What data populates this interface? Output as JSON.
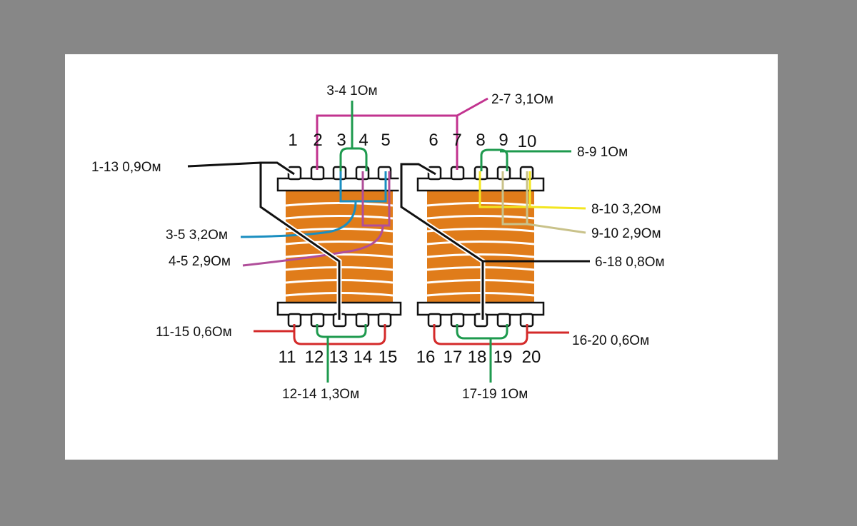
{
  "diagram": {
    "colors": {
      "page_background": "#878787",
      "panel_background": "#ffffff",
      "winding": "#e07c1a",
      "black_wire": "#111111",
      "magenta_wire": "#c2338f",
      "green_wire": "#1e9a4e",
      "blue_wire": "#1a8ec0",
      "purple_wire": "#b04e9a",
      "yellow_wire": "#f3e620",
      "tan_wire": "#c9c28a",
      "red_wire": "#d42a2a"
    },
    "pins_top": [
      "1",
      "2",
      "3",
      "4",
      "5",
      "6",
      "7",
      "8",
      "9",
      "10"
    ],
    "pins_bottom": [
      "11",
      "12",
      "13",
      "14",
      "15",
      "16",
      "17",
      "18",
      "19",
      "20"
    ],
    "measurements": {
      "m_3_4": "3-4 1Ом",
      "m_2_7": "2-7 3,1Ом",
      "m_1_13": "1-13 0,9Ом",
      "m_8_9": "8-9 1Ом",
      "m_8_10": "8-10 3,2Ом",
      "m_9_10": "9-10 2,9Ом",
      "m_3_5": "3-5 3,2Ом",
      "m_4_5": "4-5 2,9Ом",
      "m_6_18": "6-18 0,8Ом",
      "m_11_15": "11-15 0,6Ом",
      "m_16_20": "16-20 0,6Ом",
      "m_12_14": "12-14 1,3Ом",
      "m_17_19": "17-19 1Ом"
    }
  }
}
